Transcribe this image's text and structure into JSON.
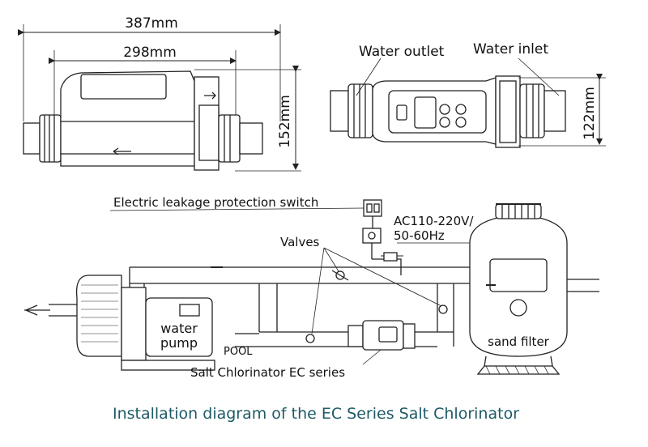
{
  "dimensions": {
    "side_total_length": "387mm",
    "side_body_length": "298mm",
    "side_height": "152mm",
    "top_height": "122mm"
  },
  "labels": {
    "water_outlet": "Water outlet",
    "water_inlet": "Water inlet",
    "leakage_switch": "Electric leakage protection switch",
    "ac_line1": "AC110-220V/",
    "ac_line2": "50-60Hz",
    "valves": "Valves",
    "water_pump_line1": "water",
    "water_pump_line2": "pump",
    "pool": "POOL",
    "sand_filter": "sand filter",
    "chlorinator": "Salt Chlorinator EC series"
  },
  "caption": "Installation diagram of the EC Series Salt Chlorinator",
  "colors": {
    "line": "#222222",
    "caption": "#1d5a66"
  }
}
